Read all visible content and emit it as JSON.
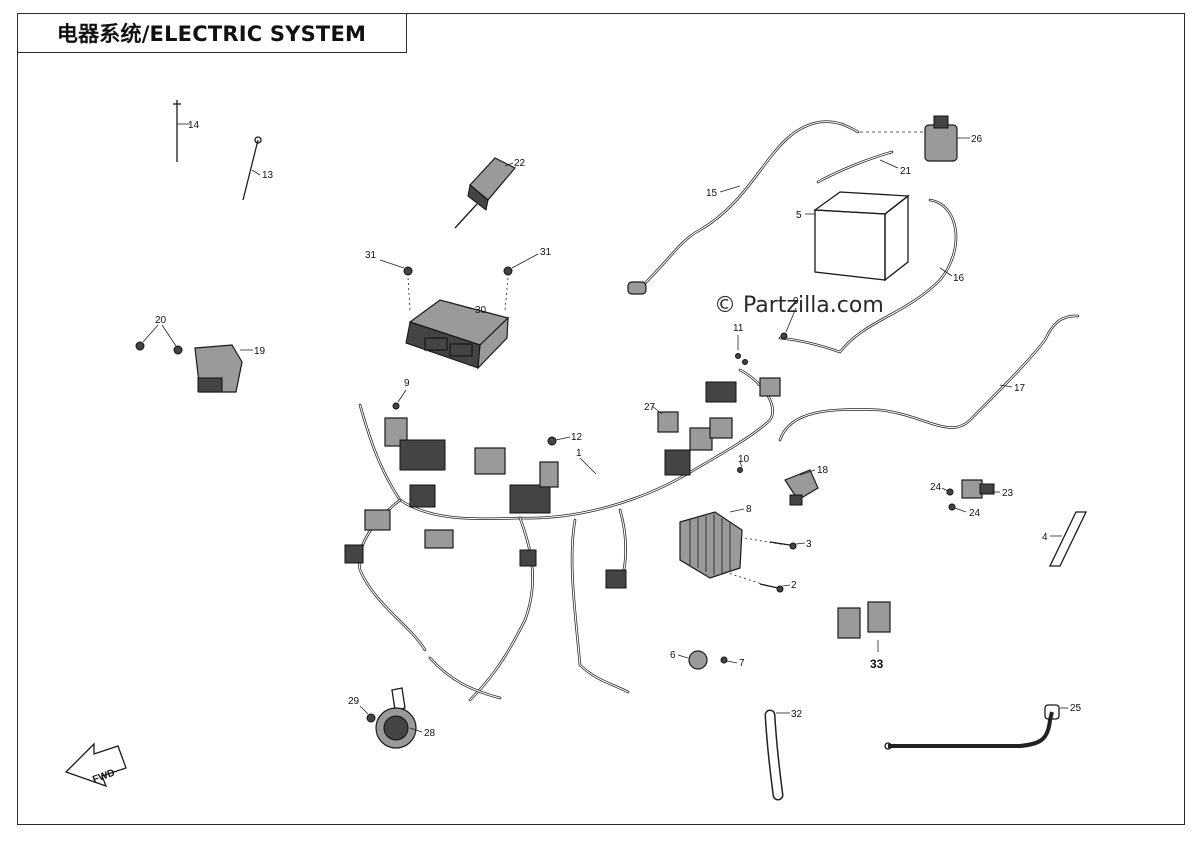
{
  "title": "电器系统/ELECTRIC SYSTEM",
  "watermark": "© Partzilla.com",
  "fwd_label": "FWD",
  "callouts": {
    "c1": "1",
    "c2": "2",
    "c3": "3",
    "c4": "4",
    "c5": "5",
    "c6": "6",
    "c7": "7",
    "c8": "8",
    "c9a": "9",
    "c9b": "9",
    "c10": "10",
    "c11": "11",
    "c12": "12",
    "c13": "13",
    "c14": "14",
    "c15": "15",
    "c16": "16",
    "c17": "17",
    "c18": "18",
    "c19": "19",
    "c20": "20",
    "c21": "21",
    "c22": "22",
    "c23": "23",
    "c24a": "24",
    "c24b": "24",
    "c25": "25",
    "c26": "26",
    "c27": "27",
    "c28": "28",
    "c29": "29",
    "c30": "30",
    "c31a": "31",
    "c31b": "31",
    "c32": "32",
    "c33": "33"
  }
}
